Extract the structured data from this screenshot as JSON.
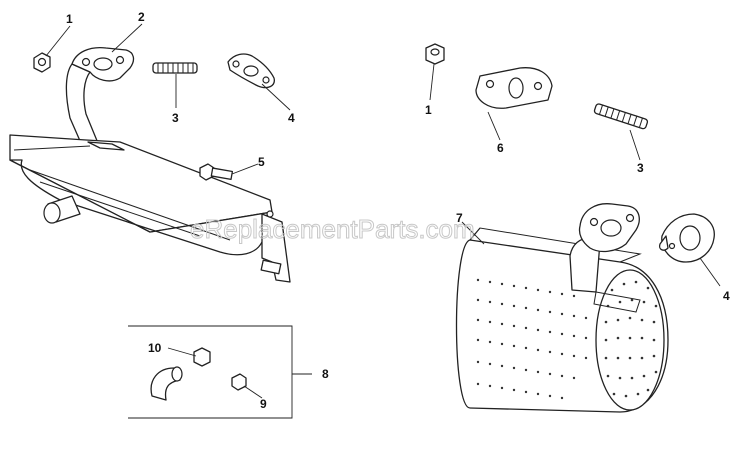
{
  "watermark": "eReplacementParts.com",
  "callouts": [
    {
      "id": "c1a",
      "label": "1"
    },
    {
      "id": "c2",
      "label": "2"
    },
    {
      "id": "c3a",
      "label": "3"
    },
    {
      "id": "c4a",
      "label": "4"
    },
    {
      "id": "c5",
      "label": "5"
    },
    {
      "id": "c1b",
      "label": "1"
    },
    {
      "id": "c6",
      "label": "6"
    },
    {
      "id": "c3b",
      "label": "3"
    },
    {
      "id": "c7",
      "label": "7"
    },
    {
      "id": "c4b",
      "label": "4"
    },
    {
      "id": "c8",
      "label": "8"
    },
    {
      "id": "c9",
      "label": "9"
    },
    {
      "id": "c10",
      "label": "10"
    }
  ],
  "colors": {
    "line": "#222222",
    "watermark": "#c8c8c8",
    "background": "#ffffff"
  }
}
